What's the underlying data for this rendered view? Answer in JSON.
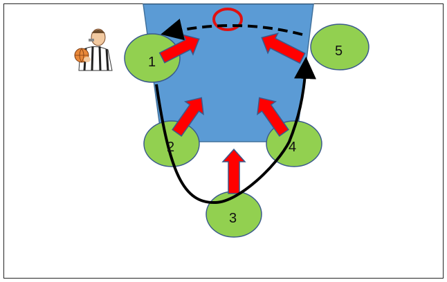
{
  "colors": {
    "court_border": "#222222",
    "lane_fill": "#5b9bd5",
    "lane_stroke": "#41719c",
    "rim": "#e01010",
    "player_fill": "#92d050",
    "player_stroke": "#3a5a8c",
    "arrow_fill": "#ff0000",
    "arrow_stroke": "#3a5a8c",
    "path_line": "#000000"
  },
  "players": [
    {
      "id": "1",
      "label": "1"
    },
    {
      "id": "2",
      "label": "2"
    },
    {
      "id": "3",
      "label": "3"
    },
    {
      "id": "4",
      "label": "4"
    },
    {
      "id": "5",
      "label": "5"
    }
  ],
  "icons": {
    "referee": "referee-whistle-basketball-clipart"
  }
}
